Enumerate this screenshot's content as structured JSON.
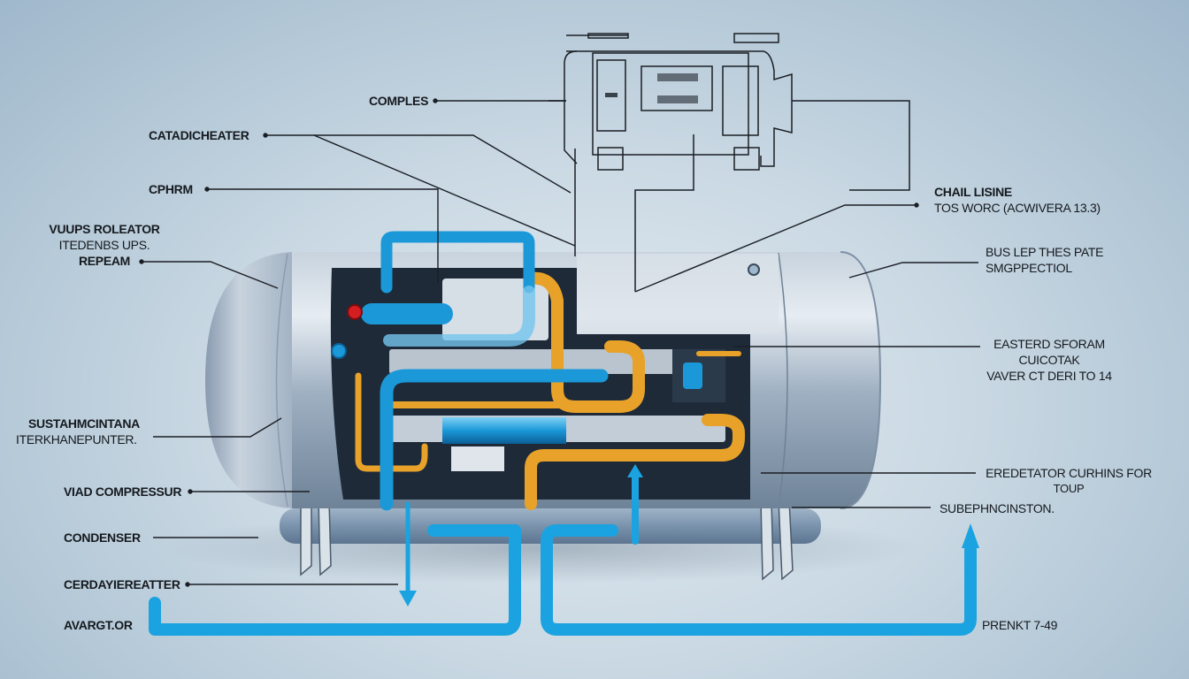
{
  "diagram": {
    "type": "labeled technical cutaway diagram",
    "subject": "horizontal tank with compressor/condenser piping and control box",
    "colors": {
      "background": "#9fb8cb",
      "background_center": "#e4ecf2",
      "tank_metal": "#a9b8c8",
      "cold_pipe": "#1aa3e0",
      "hot_pipe": "#e8a22a",
      "leader_line": "#1a1e24",
      "valve_red": "#d41e22"
    }
  },
  "labels": {
    "left": [
      {
        "id": "complex",
        "text": "COMPLES"
      },
      {
        "id": "catadicheater",
        "text": "CATADICHEATER"
      },
      {
        "id": "cphrm",
        "text": "CPHRM"
      },
      {
        "id": "vuups",
        "lines": [
          "VUUPS ROLEATOR",
          "ITEDENBS UPS.",
          "REPEAM"
        ]
      },
      {
        "id": "sustain",
        "lines": [
          "SUSTAHMCINTANA",
          "ITERKHANEPUNTER."
        ]
      },
      {
        "id": "vad-compressor",
        "text": "VIAD COMPRESSUR"
      },
      {
        "id": "condenser",
        "text": "CONDENSER"
      },
      {
        "id": "cerdayiereatter",
        "text": "CERDAYIEREATTER"
      },
      {
        "id": "avarator",
        "text": "AVARGT.OR"
      }
    ],
    "right": [
      {
        "id": "chail",
        "lines": [
          "CHAIL LISINE",
          "TOS WORC (ACWIVERA 13.3)"
        ]
      },
      {
        "id": "buslep",
        "lines": [
          "BUS LEP THES PATE",
          "SMGPPECTIOL"
        ]
      },
      {
        "id": "easterd",
        "lines": [
          "EASTERD SFORAM",
          "CUICOTAK",
          "VAVER CT DERI TO 14"
        ]
      },
      {
        "id": "eredetator",
        "lines": [
          "EREDETATOR CURHINS FOR",
          "TOUP"
        ]
      },
      {
        "id": "subephn",
        "text": "SUBEPHNCINSTON."
      },
      {
        "id": "prenkt",
        "text": "PRENKT 7-49"
      }
    ]
  },
  "control_box": {
    "display_lines": [
      "~~~~",
      "~~~~"
    ]
  }
}
